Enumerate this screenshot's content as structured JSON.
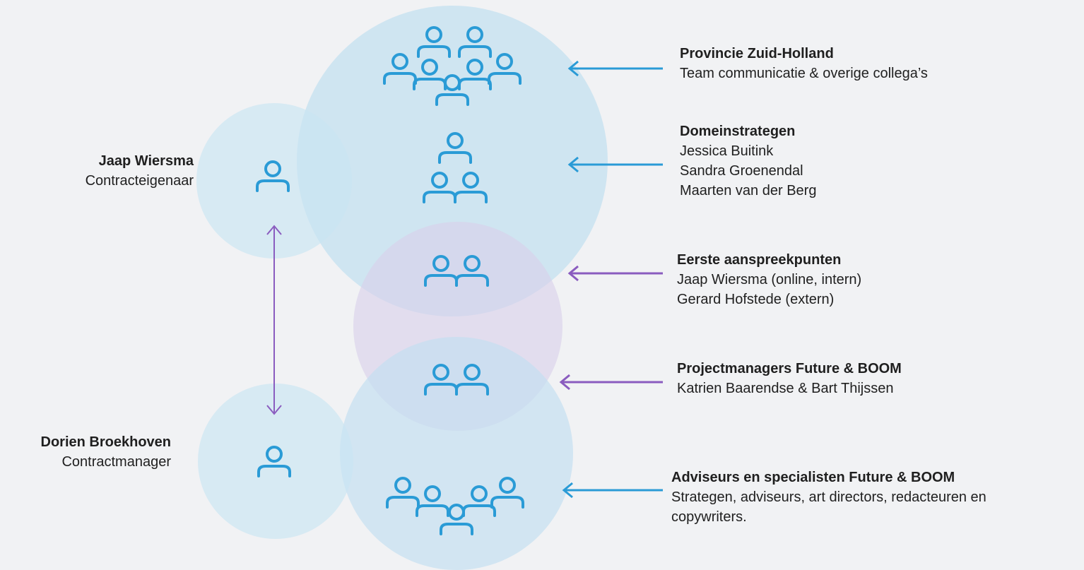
{
  "colors": {
    "background": "#f1f2f4",
    "circle_blue": "#c6e2f1",
    "circle_purple": "#d8d4ea",
    "icon_blue": "#2a9bd6",
    "arrow_blue": "#2a9bd6",
    "arrow_purple": "#8a5cbf",
    "text": "#1f1f1f"
  },
  "people": {
    "contracteigenaar": {
      "name": "Jaap Wiersma",
      "role": "Contracteigenaar"
    },
    "contractmanager": {
      "name": "Dorien Broekhoven",
      "role": "Contractmanager"
    }
  },
  "groups": {
    "provincie": {
      "title": "Provincie Zuid-Holland",
      "lines": [
        "Team communicatie & overige collega’s"
      ]
    },
    "domeinstrategen": {
      "title": "Domeinstrategen",
      "lines": [
        "Jessica Buitink",
        "Sandra Groenendal",
        "Maarten van der Berg"
      ]
    },
    "aanspreekpunten": {
      "title": "Eerste aanspreekpunten",
      "lines": [
        "Jaap Wiersma (online, intern)",
        "Gerard Hofstede (extern)"
      ]
    },
    "projectmanagers": {
      "title": "Projectmanagers Future & BOOM",
      "lines": [
        "Katrien Baarendse & Bart Thijssen"
      ]
    },
    "adviseurs": {
      "title": "Adviseurs en specialisten Future & BOOM",
      "lines": [
        "Strategen, adviseurs, art directors, redacteuren en",
        "copywriters."
      ]
    }
  },
  "icons": [
    "person-icon",
    "people-group-icon",
    "arrow-left-icon",
    "double-arrow-icon"
  ]
}
